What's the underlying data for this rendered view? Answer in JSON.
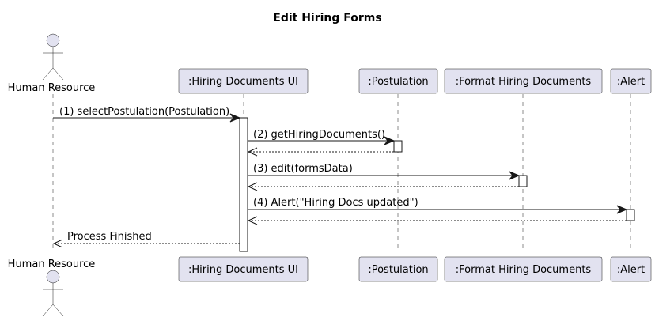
{
  "title": "Edit Hiring Forms",
  "participants": {
    "human_resource": "Human Resource",
    "hiring_ui": ":Hiring Documents UI",
    "postulation": ":Postulation",
    "format_hiring": ":Format Hiring Documents",
    "alert": ":Alert"
  },
  "messages": {
    "m1": "(1) selectPostulation(Postulation)",
    "m2": "(2) getHiringDocuments()",
    "m3": "(3) edit(formsData)",
    "m4": "(4) Alert(\"Hiring Docs updated\")",
    "m5": "Process Finished"
  },
  "colors": {
    "participant_fill": "#E2E2F0",
    "line": "#181818"
  }
}
